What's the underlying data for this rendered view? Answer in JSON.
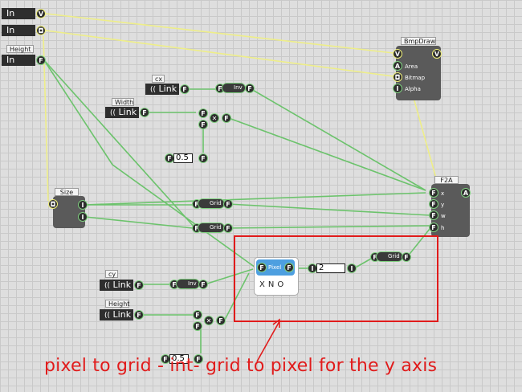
{
  "inputs": [
    {
      "label": "In"
    },
    {
      "label": "In"
    },
    {
      "title": "Height",
      "label": "In"
    }
  ],
  "links": {
    "cx": {
      "title": "cx",
      "label": "Link"
    },
    "width": {
      "title": "Width",
      "label": "Link"
    },
    "cy": {
      "title": "cy",
      "label": "Link"
    },
    "height": {
      "title": "Height",
      "label": "Link"
    }
  },
  "inv_label": "Inv",
  "grid_label": "Grid",
  "pixel_label": "Pixel",
  "xno_label": "XNO",
  "const_half": "0.5",
  "int_value": "2",
  "size_title": "Size",
  "bmpdraw": {
    "title": "BmpDraw",
    "ports": [
      "Area",
      "Bitmap",
      "Alpha"
    ]
  },
  "f2a": {
    "title": "F2A",
    "ports": [
      "x",
      "y",
      "w",
      "h"
    ]
  },
  "port_glyphs": {
    "float": "F",
    "vector": "V",
    "area": "A",
    "int": "I",
    "bitmap": "◘",
    "multiply": "✕"
  },
  "annotation": "pixel to grid - int- grid to pixel for the y axis",
  "colors": {
    "wire_float": "#6cc36c",
    "wire_bitmap": "#eeee88",
    "highlight": "#e11b1b"
  }
}
